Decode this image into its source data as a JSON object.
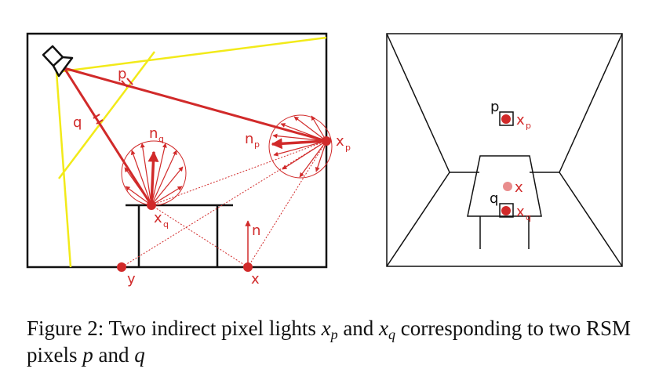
{
  "colors": {
    "red": "#d12a2a",
    "yellow": "#f2ea19",
    "black": "#111111",
    "light_red": "#e98d8d"
  },
  "left_panel": {
    "labels": {
      "p": "p",
      "q": "q",
      "nq_base": "n",
      "nq_sub": "q",
      "np_base": "n",
      "np_sub": "p",
      "xp_base": "x",
      "xp_sub": "p",
      "xq_base": "x",
      "xq_sub": "q",
      "n": "n",
      "x": "x",
      "y": "y"
    }
  },
  "right_panel": {
    "labels": {
      "p": "p",
      "xp_base": "x",
      "xp_sub": "p",
      "x": "x",
      "q": "q",
      "xq_base": "x",
      "xq_sub": "q"
    }
  },
  "caption": {
    "prefix": "Figure 2: Two indirect pixel lights ",
    "xp_base": "x",
    "xp_sub": "p",
    "and_1": " and ",
    "xq_base": "x",
    "xq_sub": "q",
    "mid": " corresponding to two RSM pixels ",
    "p": "p",
    "and_2": " and ",
    "q": "q"
  }
}
